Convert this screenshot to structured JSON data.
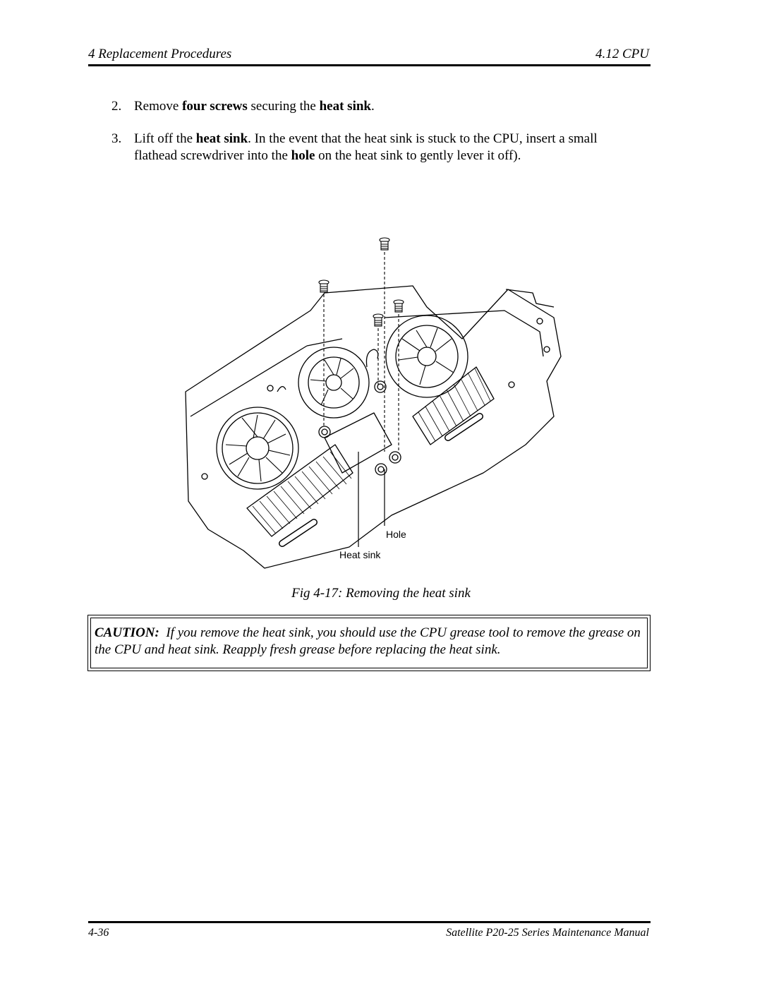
{
  "header": {
    "section": "4  Replacement Procedures",
    "topic": "4.12  CPU"
  },
  "steps": [
    {
      "num": "2.",
      "parts": [
        "Remove ",
        "four screws",
        " securing the ",
        "heat sink",
        "."
      ]
    },
    {
      "num": "3.",
      "parts": [
        "Lift off the ",
        "heat sink",
        ". In the event that the heat sink is stuck to the CPU, insert a small flathead screwdriver into the ",
        "hole",
        " on the heat sink to gently lever it off)."
      ]
    }
  ],
  "figure": {
    "callouts": {
      "hole": "Hole",
      "heat_sink": "Heat sink"
    },
    "caption": "Fig 4-17:  Removing the heat sink"
  },
  "caution": {
    "label": "CAUTION:",
    "text": "If you remove the heat sink, you should use the CPU grease tool to remove the grease on the CPU and heat sink. Reapply fresh grease before replacing the heat sink."
  },
  "footer": {
    "page": "4-36",
    "manual": "Satellite P20-25 Series Maintenance Manual"
  }
}
